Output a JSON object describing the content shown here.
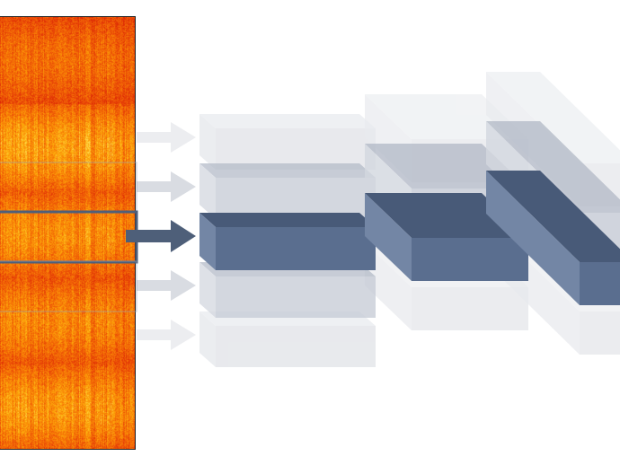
{
  "colors": {
    "spectrogram": [
      "#d81e05",
      "#ea4a06",
      "#f87c06",
      "#fdb00d",
      "#ffe05a"
    ],
    "block_front": "#5a6e8f",
    "block_top": "#485a78",
    "block_side": "#7386a5",
    "faded_front": "#e4e6ea",
    "faded_top": "#eceef1",
    "faded_side": "#e8eaee",
    "mid_front": "#c5cad5",
    "mid_top": "#b4bbc8",
    "mid_side": "#d3d7df",
    "arrow_active": "#4e5f79",
    "arrow_inactive": "#d9dce2",
    "arrow_faint": "#ecedf0",
    "frame_outline": "#4e5f79"
  },
  "diagram": {
    "frequency_bands": 5,
    "active_band": 2,
    "stages": 3,
    "band_brightness": [
      0.55,
      0.85,
      0.75,
      0.7,
      0.8
    ]
  }
}
